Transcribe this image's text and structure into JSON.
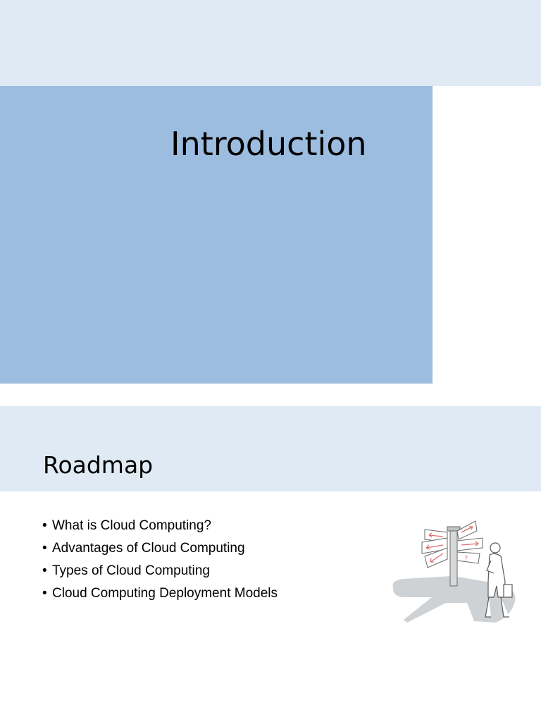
{
  "slide1": {
    "title": "Introduction"
  },
  "slide2": {
    "title": "Roadmap",
    "bullets": [
      "What is Cloud Computing?",
      "Advantages of Cloud Computing",
      "Types of Cloud Computing",
      "Cloud Computing Deployment Models"
    ],
    "illustration_icon": "signpost-person-icon",
    "colors": {
      "band": "#e0eaf4",
      "title_box": "#9dbde0",
      "arrow_accent": "#e06b6b"
    }
  }
}
